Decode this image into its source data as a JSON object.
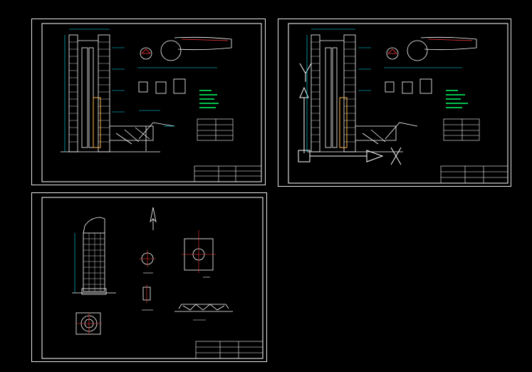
{
  "window": {
    "background": "#000000"
  },
  "colors": {
    "frame": "#e8e8e8",
    "line": "#ffffff",
    "dim": "#00e5ff",
    "note": "#00ff66",
    "accent": "#ff3b3b",
    "yellow": "#ffe34d",
    "magenta": "#ff4dff"
  },
  "sheets": [
    {
      "id": "sheet-1",
      "title": ""
    },
    {
      "id": "sheet-2",
      "title": ""
    },
    {
      "id": "sheet-3",
      "title": ""
    }
  ]
}
